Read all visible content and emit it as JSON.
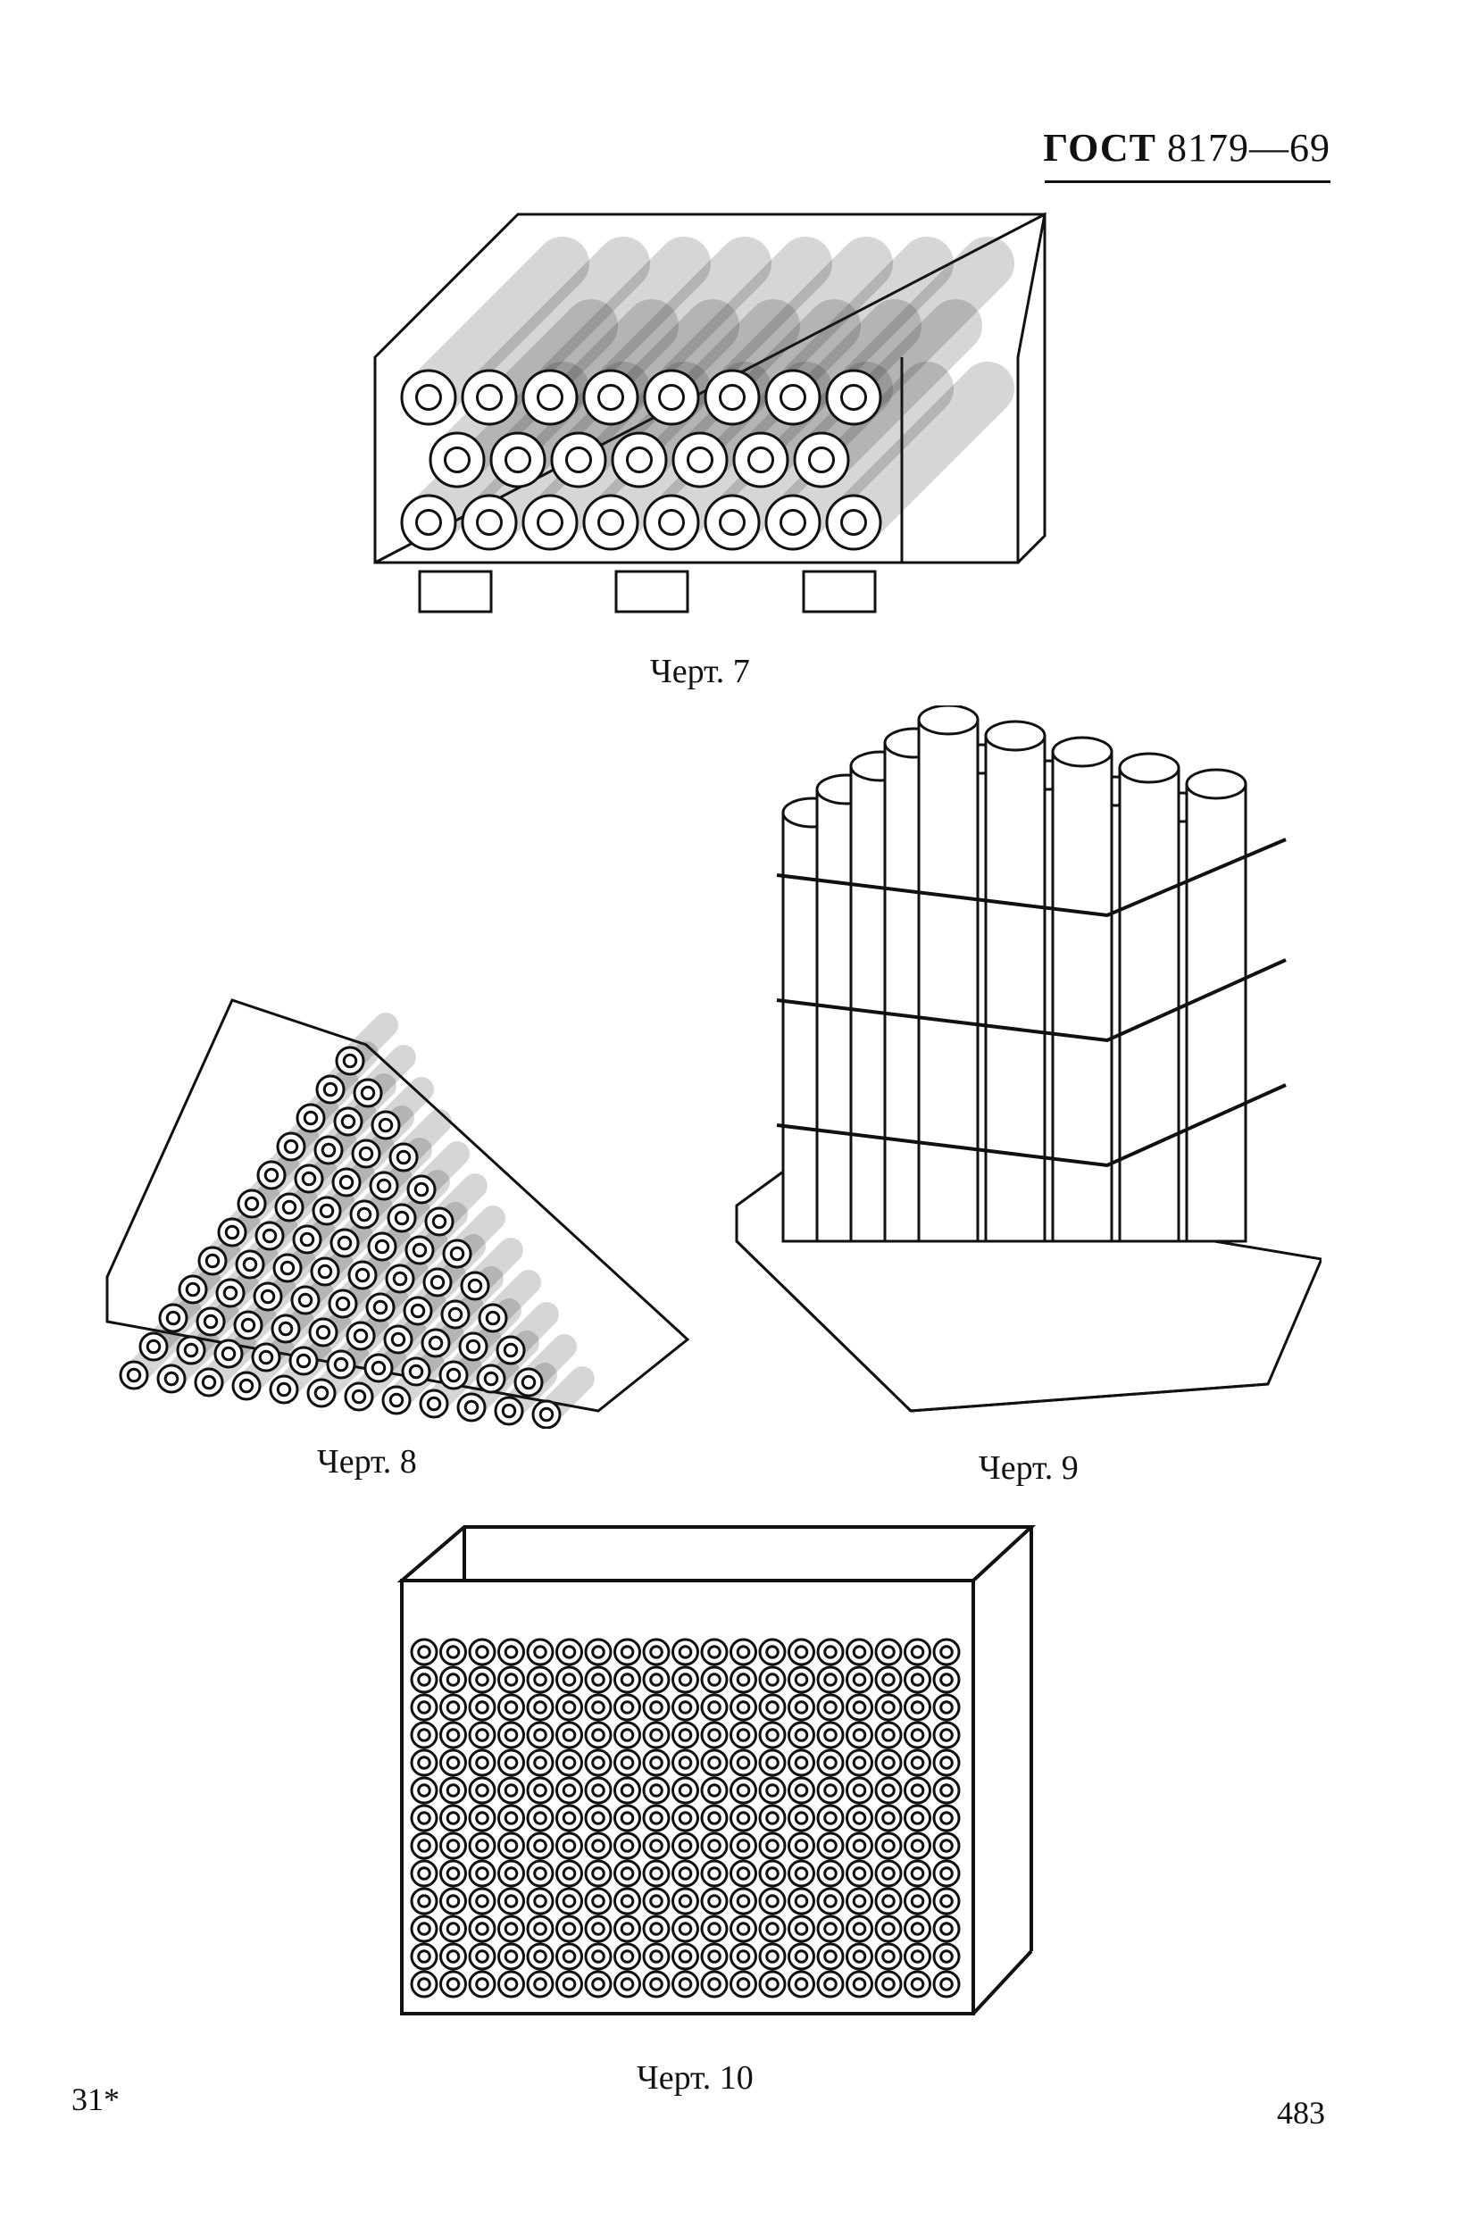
{
  "header": {
    "standard": "ГОСТ",
    "number": "8179—69"
  },
  "figures": [
    {
      "caption": "Черт. 7",
      "icon": "pallet-with-rolls-drawing"
    },
    {
      "caption": "Черт. 8",
      "icon": "stacked-rolls-pile-drawing"
    },
    {
      "caption": "Черт. 9",
      "icon": "strapped-upright-rolls-drawing"
    },
    {
      "caption": "Черт. 10",
      "icon": "crate-with-rolls-drawing"
    }
  ],
  "footer": {
    "sheet_mark": "31*",
    "page_number": "483"
  }
}
